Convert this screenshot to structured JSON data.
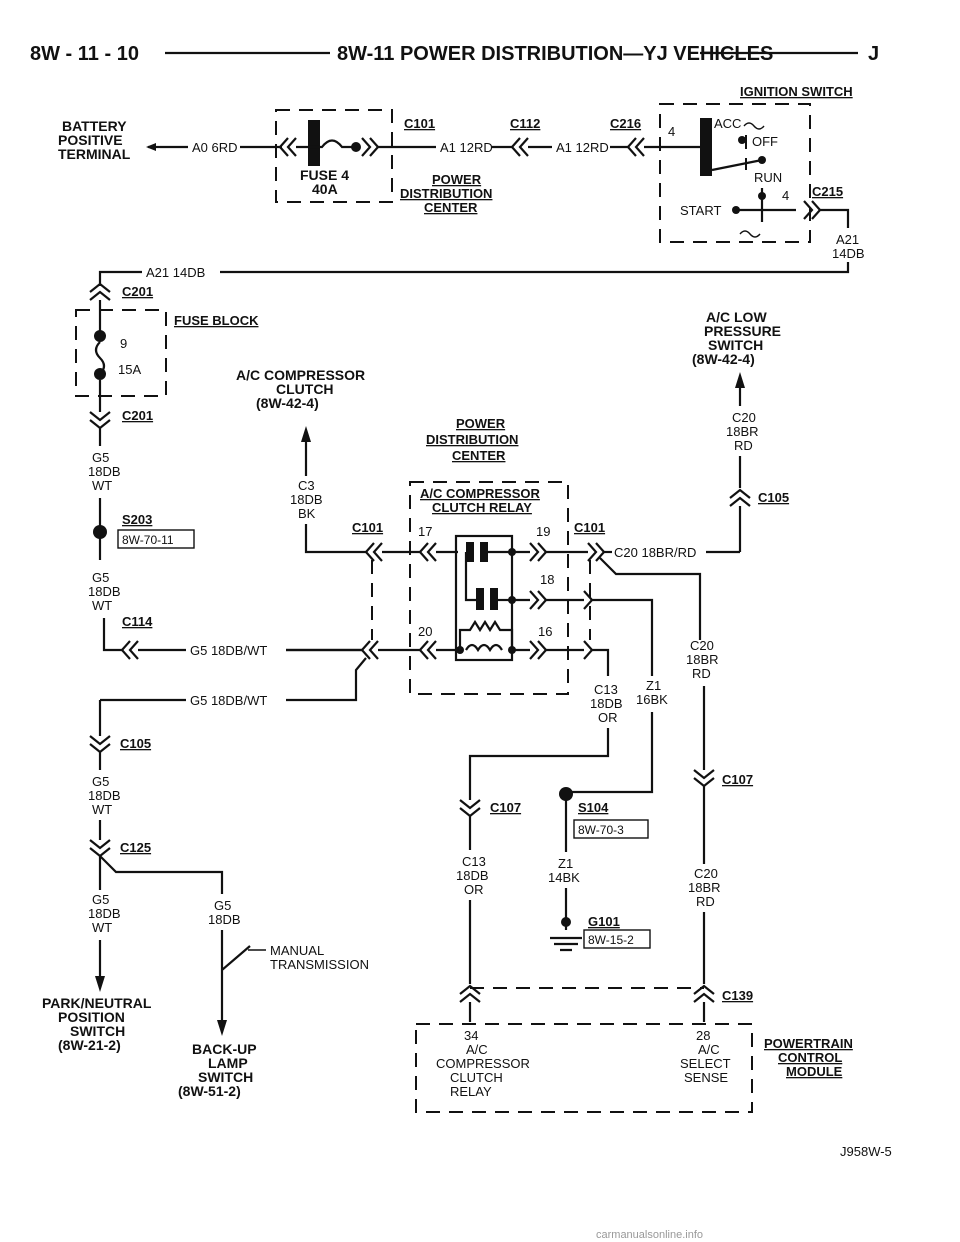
{
  "header": {
    "page": "8W - 11 - 10",
    "title": "8W-11 POWER DISTRIBUTION—YJ VEHICLES",
    "letter": "J"
  },
  "components": {
    "ignition_switch": "IGNITION SWITCH",
    "battery": [
      "BATTERY",
      "POSITIVE",
      "TERMINAL"
    ],
    "fuse4": [
      "FUSE 4",
      "40A"
    ],
    "pdc_top": [
      "POWER",
      "DISTRIBUTION",
      "CENTER"
    ],
    "pdc_mid": [
      "POWER",
      "DISTRIBUTION",
      "CENTER"
    ],
    "fuse_block": "FUSE BLOCK",
    "fuse9": [
      "9",
      "15A"
    ],
    "ac_comp_clutch": [
      "A/C COMPRESSOR",
      "CLUTCH",
      "(8W-42-4)"
    ],
    "ac_low_pressure": [
      "A/C LOW",
      "PRESSURE",
      "SWITCH",
      "(8W-42-4)"
    ],
    "relay_title": [
      "A/C COMPRESSOR",
      "CLUTCH RELAY"
    ],
    "park_neutral": [
      "PARK/NEUTRAL",
      "POSITION",
      "SWITCH",
      "(8W-21-2)"
    ],
    "backup_lamp": [
      "BACK-UP",
      "LAMP",
      "SWITCH",
      "(8W-51-2)"
    ],
    "manual_trans": [
      "MANUAL",
      "TRANSMISSION"
    ],
    "pcm": [
      "POWERTRAIN",
      "CONTROL",
      "MODULE"
    ],
    "pcm_pin34": [
      "34",
      "A/C",
      "COMPRESSOR",
      "CLUTCH",
      "RELAY"
    ],
    "pcm_pin28": [
      "28",
      "A/C",
      "SELECT",
      "SENSE"
    ],
    "switch_positions": [
      "ACC",
      "OFF",
      "RUN",
      "START"
    ]
  },
  "connectors": {
    "c101": "C101",
    "c112": "C112",
    "c216": "C216",
    "c215": "C215",
    "c201": "C201",
    "s203": "S203",
    "c114": "C114",
    "c105": "C105",
    "c125": "C125",
    "c107": "C107",
    "s104": "S104",
    "g101": "G101",
    "c139": "C139"
  },
  "refs": {
    "s203": "8W-70-11",
    "s104": "8W-70-3",
    "g101": "8W-15-2"
  },
  "wires": {
    "a0": "A0 6RD",
    "a1a": "A1 12RD",
    "a1b": "A1 12RD",
    "a21_top": [
      "A21",
      "14DB"
    ],
    "a21_h": "A21 14DB",
    "g5_left1": [
      "G5",
      "18DB",
      "WT"
    ],
    "g5_left2": [
      "G5",
      "18DB",
      "WT"
    ],
    "g5_114": "G5 18DB/WT",
    "g5_h2": "G5 18DB/WT",
    "g5_left3": [
      "G5",
      "18DB",
      "WT"
    ],
    "g5_left4": [
      "G5",
      "18DB",
      "WT"
    ],
    "g5_backup": [
      "G5",
      "18DB"
    ],
    "c3": [
      "C3",
      "18DB",
      "BK"
    ],
    "c20_top": [
      "C20",
      "18BR",
      "RD"
    ],
    "c20_h": "C20 18BR/RD",
    "c20_right1": [
      "C20",
      "18BR",
      "RD"
    ],
    "c20_right2": [
      "C20",
      "18BR",
      "RD"
    ],
    "c13_a": [
      "C13",
      "18DB",
      "OR"
    ],
    "c13_b": [
      "C13",
      "18DB",
      "OR"
    ],
    "z1_a": [
      "Z1",
      "16BK"
    ],
    "z1_b": [
      "Z1",
      "14BK"
    ]
  },
  "pins": {
    "p17": "17",
    "p19": "19",
    "p18": "18",
    "p20": "20",
    "p16": "16",
    "p4a": "4",
    "p4b": "4"
  },
  "footer": {
    "code": "J958W-5",
    "watermark": "carmanualsonline.info"
  }
}
